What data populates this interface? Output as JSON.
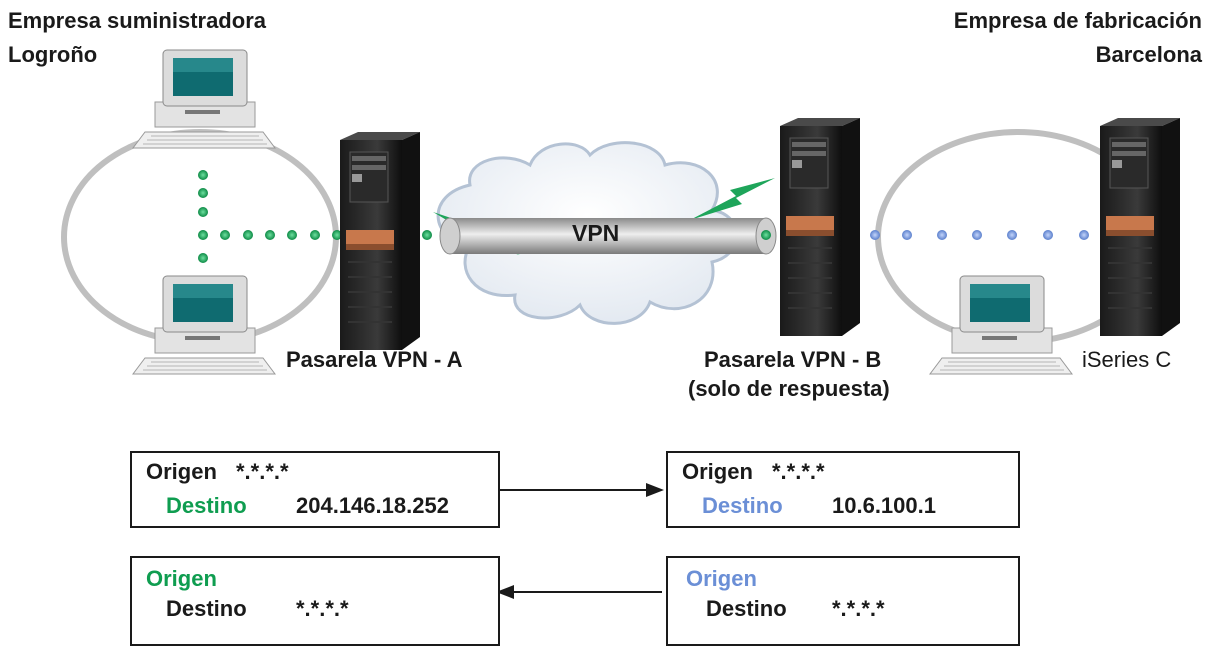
{
  "supplier": {
    "name": "Empresa suministradora",
    "city": "Logroño"
  },
  "manufacturer": {
    "name": "Empresa de fabricación",
    "city": "Barcelona"
  },
  "tunnel_label": "VPN",
  "gateway_a": "Pasarela VPN - A",
  "gateway_b": {
    "line1": "Pasarela VPN - B",
    "line2": "(solo de respuesta)"
  },
  "server_c": "iSeries C",
  "rules": {
    "a_outbound": {
      "origin": "Origen",
      "origin_value": "*.*.*.*",
      "dest": "Destino",
      "dest_value": "204.146.18.252"
    },
    "b_outbound": {
      "origin": "Origen",
      "origin_value": "*.*.*.*",
      "dest": "Destino",
      "dest_value": "10.6.100.1"
    },
    "a_inbound": {
      "origin": "Origen",
      "dest": "Destino",
      "dest_value": "*.*.*.*"
    },
    "b_inbound": {
      "origin": "Origen",
      "dest": "Destino",
      "dest_value": "*.*.*.*"
    }
  },
  "colors": {
    "green": "#0f9d50",
    "blue": "#6b8fd6",
    "text": "#1a1a1a"
  }
}
